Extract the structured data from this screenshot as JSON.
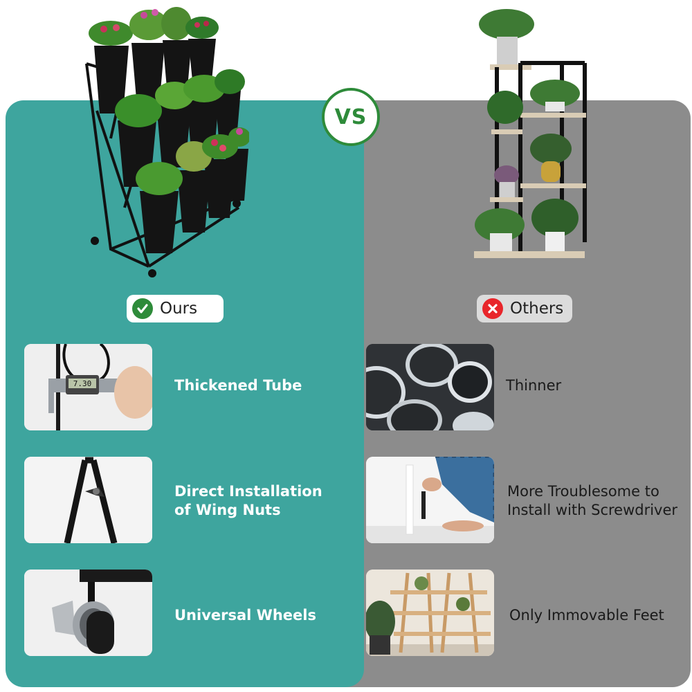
{
  "vs_label": "VS",
  "ours": {
    "label": "Ours",
    "features": [
      {
        "text": "Thickened Tube",
        "icon": "caliper-icon"
      },
      {
        "text": "Direct Installation of Wing Nuts",
        "icon": "wing-nut-icon"
      },
      {
        "text": "Universal Wheels",
        "icon": "caster-wheel-icon"
      }
    ]
  },
  "others": {
    "label": "Others",
    "features": [
      {
        "text": "Thinner",
        "icon": "thin-tube-icon"
      },
      {
        "text": "More Troublesome to Install with Screwdriver",
        "icon": "screwdriver-icon"
      },
      {
        "text": "Only Immovable Feet",
        "icon": "wooden-shelf-icon"
      }
    ]
  },
  "colors": {
    "ours_panel": "#3ea59e",
    "others_panel": "#8c8c8c",
    "vs_green": "#2e8b3a",
    "check_green": "#2e8b3a",
    "cross_red": "#e8262b"
  },
  "caliper_reading": "7.30"
}
